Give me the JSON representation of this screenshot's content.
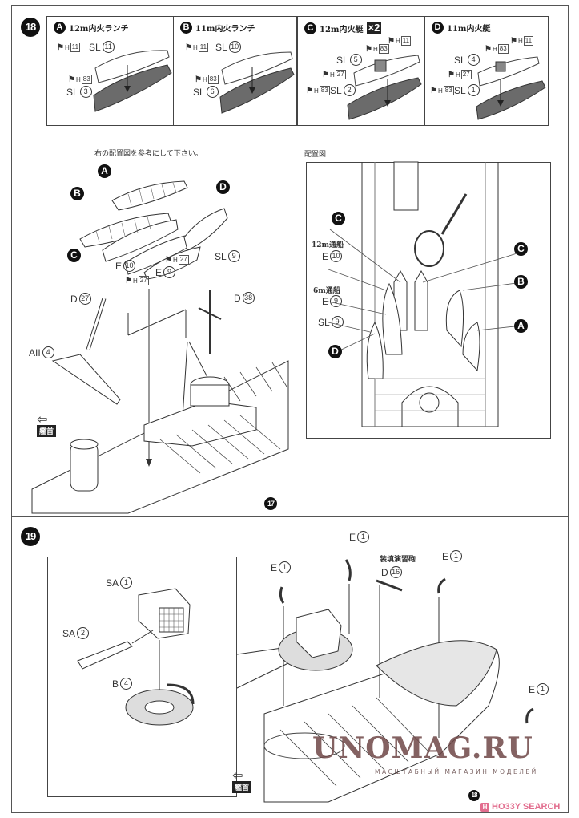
{
  "step18": {
    "number": "18",
    "boxes": [
      {
        "letter": "A",
        "title": "12m内火ランチ",
        "parts": {
          "top_ph": "11",
          "top_sl": "SL",
          "top_num": "11",
          "bot_ph": "83",
          "bot_sl": "SL",
          "bot_num": "3"
        }
      },
      {
        "letter": "B",
        "title": "11m内火ランチ",
        "parts": {
          "top_ph": "11",
          "top_sl": "SL",
          "top_num": "10",
          "bot_ph": "83",
          "bot_sl": "SL",
          "bot_num": "6"
        }
      },
      {
        "letter": "C",
        "title": "12m内火艇",
        "badge": "×2",
        "parts": {
          "ph11": "11",
          "ph83": "83",
          "sl_top": "SL",
          "sl_top_num": "5",
          "ph27": "27",
          "bot_ph": "83",
          "bot_sl": "SL",
          "bot_num": "2"
        }
      },
      {
        "letter": "D",
        "title": "11m内火艇",
        "parts": {
          "ph11": "11",
          "ph83": "83",
          "sl_top": "SL",
          "sl_top_num": "4",
          "ph27": "27",
          "bot_ph": "83",
          "bot_sl": "SL",
          "bot_num": "1"
        }
      }
    ],
    "ph_prefix": "H",
    "instruction": "右の配置図を参考にして下さい。",
    "exploded": {
      "callouts": [
        "A",
        "B",
        "C",
        "D"
      ],
      "e10": {
        "part": "E",
        "num": "10"
      },
      "e9": {
        "part": "E",
        "num": "9"
      },
      "sl9": {
        "part": "SL",
        "num": "9"
      },
      "ph27a": "27",
      "ph27b": "27",
      "d27": {
        "part": "D",
        "num": "27"
      },
      "d38": {
        "part": "D",
        "num": "38"
      },
      "all4": {
        "part": "AII",
        "num": "4"
      },
      "bow_label": "艦首",
      "ref_step": "17"
    },
    "layout_diagram": {
      "title": "配置図",
      "boat12m": "12m通船",
      "boat6m": "6m通船",
      "e10": {
        "part": "E",
        "num": "10"
      },
      "e9": {
        "part": "E",
        "num": "9"
      },
      "sl9": {
        "part": "SL",
        "num": "9"
      },
      "callouts": [
        "C",
        "C",
        "B",
        "A",
        "D"
      ]
    }
  },
  "step19": {
    "number": "19",
    "detail": {
      "sa1": {
        "part": "SA",
        "num": "1"
      },
      "sa2": {
        "part": "SA",
        "num": "2"
      },
      "b4": {
        "part": "B",
        "num": "4"
      }
    },
    "e1_labels": [
      {
        "part": "E",
        "num": "1"
      },
      {
        "part": "E",
        "num": "1"
      },
      {
        "part": "E",
        "num": "1"
      },
      {
        "part": "E",
        "num": "1"
      }
    ],
    "drill_gun": "装填演習砲",
    "d16": {
      "part": "D",
      "num": "16"
    },
    "bow_label": "艦首",
    "ref_step": "18"
  },
  "watermark": {
    "title": "UNOMAG.RU",
    "subtitle": "МАСШТАБНЫЙ МАГАЗИН МОДЕЛЕЙ",
    "hobby_icon": "H",
    "hobby_text": "HO33Y SEARCH"
  }
}
